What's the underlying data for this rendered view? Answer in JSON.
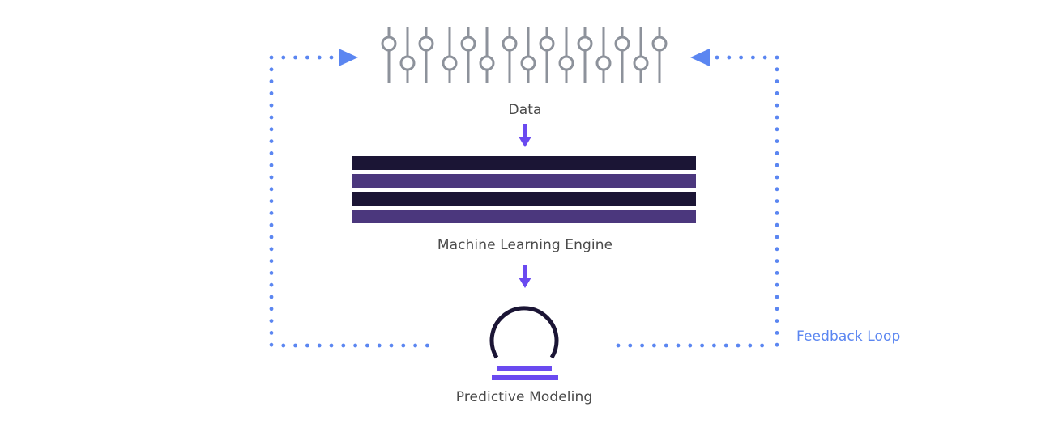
{
  "labels": {
    "data": "Data",
    "engine": "Machine Learning Engine",
    "modeling": "Predictive Modeling",
    "feedback": "Feedback Loop"
  },
  "colors": {
    "slider_gray": "#8d929b",
    "loop_blue": "#5b86f1",
    "arrow_purple": "#6a4af0",
    "bar_dark": "#1b1535",
    "bar_purple": "#4b377d",
    "text_gray": "#4a4a4a"
  },
  "icons": {
    "data": "sliders-icon",
    "engine": "layered-bars-icon",
    "modeling": "crystal-ball-icon"
  }
}
